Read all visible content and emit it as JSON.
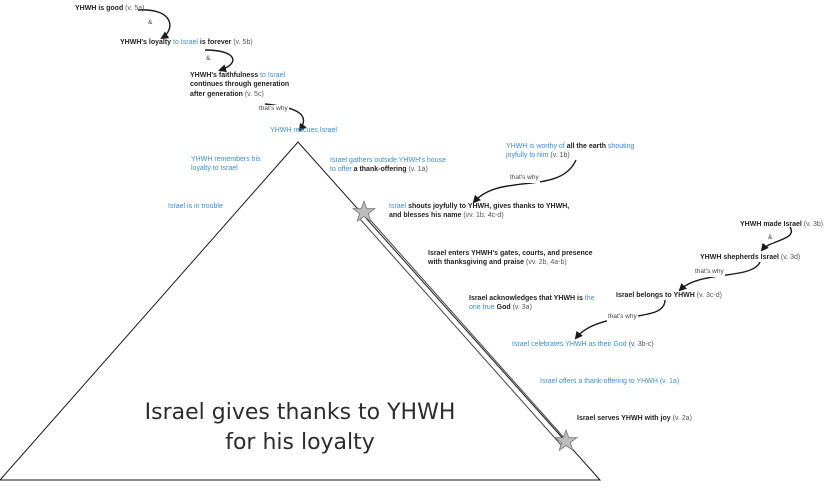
{
  "colors": {
    "blue": "#3a8fd4",
    "stroke": "#1a1a1a",
    "star": "#bdbdbd"
  },
  "diagram": {
    "title_line1": "Israel gives thanks to YHWH",
    "title_line2": "for his loyalty",
    "chain_top": {
      "n1": {
        "b1": "YHWH is good",
        "n1": " (v. 5a)"
      },
      "c1": "&",
      "n2": {
        "b1": "YHWH's loyalty",
        "bl1": " to Israel",
        "b2": " is forever",
        "n1": " (v. 5b)"
      },
      "c2": "&",
      "n3": {
        "b1": "YHWH's faithfulness",
        "bl1": " to Israel",
        "b2": "continues through generation",
        "b3": "after generation",
        "n1": " (v. 5c)"
      },
      "c3": "that's why",
      "n4": "YHWH rescues Israel"
    },
    "left": {
      "remembers_l1": "YHWH remembers his",
      "remembers_l2": "loyalty to Israel",
      "trouble": "Israel is in trouble"
    },
    "mid": {
      "gathers_l1": "Israel gathers outside YHWH's house",
      "gathers_l2a": "to offer",
      "gathers_l2b": " a thank-offering",
      "gathers_l2c": " (v. 1a)"
    },
    "worthy": {
      "l1a": "YHWH is worthy of ",
      "l1b": "all the earth",
      "l1c": " shouting",
      "l2a": "joyfully to him",
      "l2b": " (v. 1b)",
      "conn": "that's why",
      "res_a": "Israel",
      "res_b": " shouts joyfully to YHWH, gives thanks to YHWH,",
      "res_c": "and blesses his name",
      "res_d": " (vv. 1b, 4c-d)"
    },
    "enters": {
      "l1": "Israel enters YHWH's gates, courts, and presence",
      "l2a": "with thanksgiving and praise",
      "l2b": " (vv. 2b, 4a-b)"
    },
    "acknow": {
      "l1a": "Israel acknowledges that YHWH is",
      "l1b": " the",
      "l2a": "one true",
      "l2b": " God",
      "l2c": " (v. 3a)"
    },
    "right_chain": {
      "made_a": "YHWH made Israel",
      "made_b": " (v. 3b)",
      "amp": "&",
      "shep_a": "YHWH shepherds Israel",
      "shep_b": " (v. 3d)",
      "conn1": "that's why",
      "belongs_a": "Israel belongs to YHWH",
      "belongs_b": " (v. 3c-d)",
      "conn2": "that's why",
      "celeb_a": "Israel celebrates",
      "celeb_b": " YHWH as their God",
      "celeb_c": " (v. 3b-c)"
    },
    "offers": "Israel offers a thank-offering to YHWH (v. 1a)",
    "serves": {
      "a": "Israel serves YHWH with joy",
      "b": " (v. 2a)"
    }
  }
}
